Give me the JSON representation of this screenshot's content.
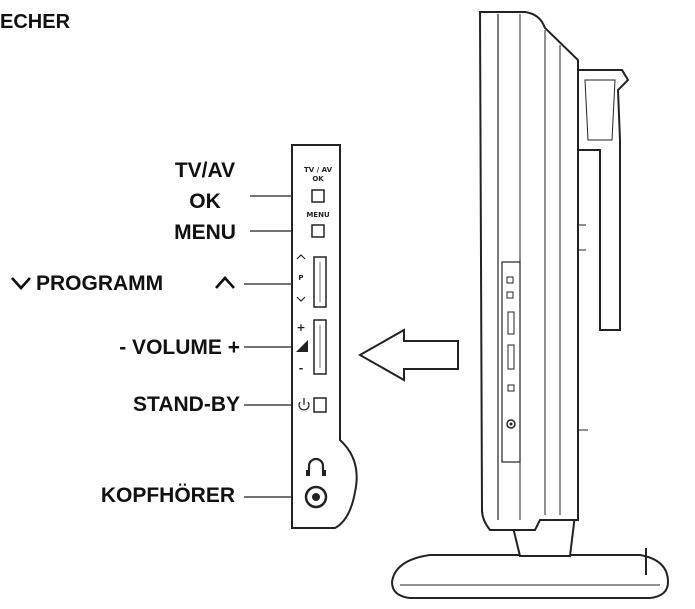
{
  "header": {
    "title": "ECHER"
  },
  "labels": {
    "tv_av": "TV/AV",
    "ok": "OK",
    "menu": "MENU",
    "programm": "PROGRAMM",
    "volume": "- VOLUME +",
    "standby": "STAND-BY",
    "kopfhoerer": "KOPFHÖRER"
  },
  "panel_marks": {
    "tv_av_ok": "TV / AV\nOK",
    "menu": "MENU",
    "p": "P",
    "plus": "+",
    "minus": "-"
  },
  "icons": {
    "chevron_down": "chevron-down-icon",
    "chevron_up": "chevron-up-icon",
    "power": "power-icon",
    "headphone": "headphone-icon",
    "arrow": "arrow-left-icon"
  },
  "colors": {
    "line": "#222222",
    "fill": "#ffffff",
    "shade": "#d8d8d8"
  }
}
